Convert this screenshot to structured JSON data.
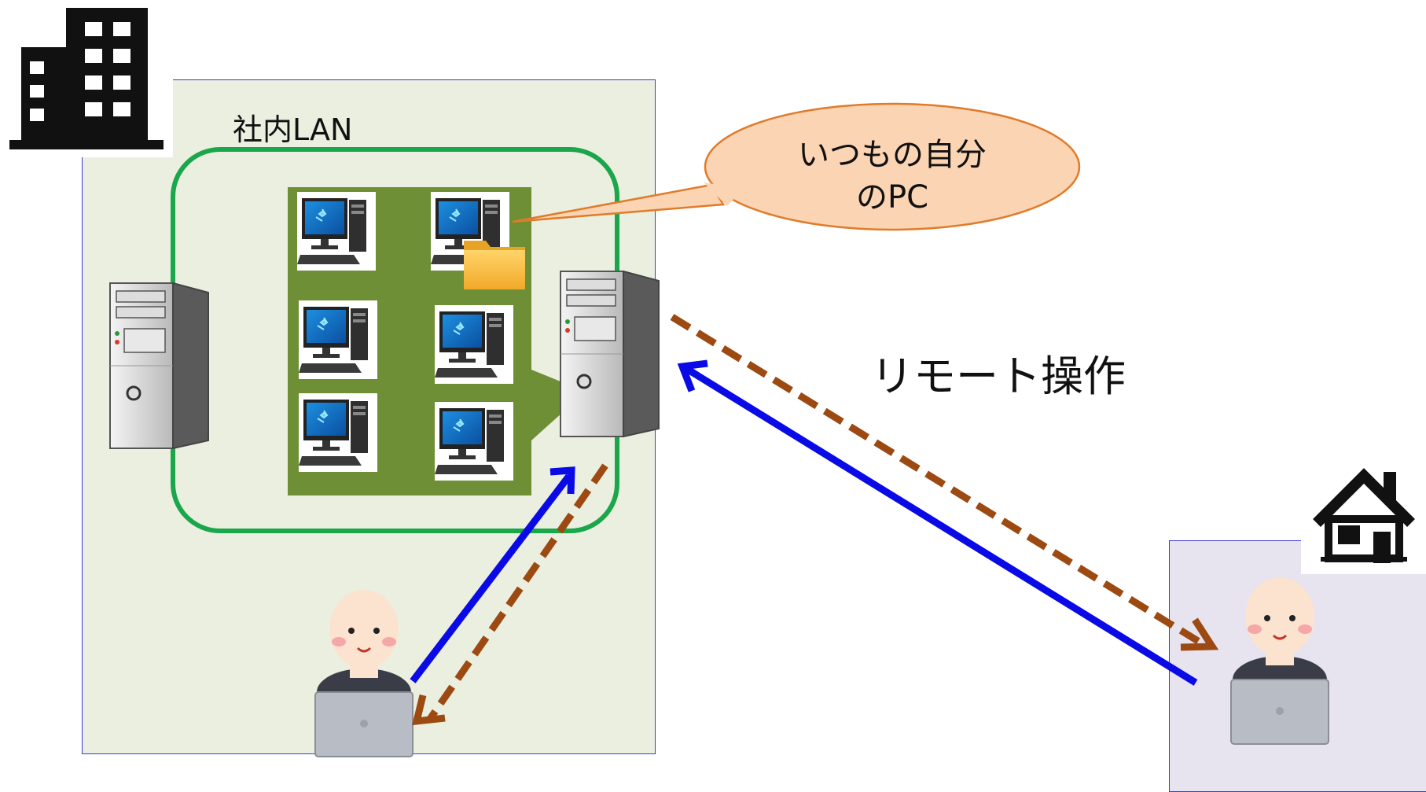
{
  "labels": {
    "lan": "社内LAN",
    "remote_operation": "リモート操作"
  },
  "bubble": {
    "line1": "いつもの自分",
    "line2": "のPC"
  },
  "icons": {
    "office": "office-building-icon",
    "home": "house-icon",
    "server": "server-tower-icon",
    "pc": "desktop-pc-icon",
    "folder": "folder-icon",
    "person": "person-laptop-icon"
  },
  "colors": {
    "lan_border": "#1aa64a",
    "pc_group_bg": "#6e8f35",
    "connection_arrow": "#0a0ae6",
    "remote_arrow": "#9c4a12",
    "bubble_fill": "#fbd4b4",
    "bubble_stroke": "#e07b2a"
  }
}
